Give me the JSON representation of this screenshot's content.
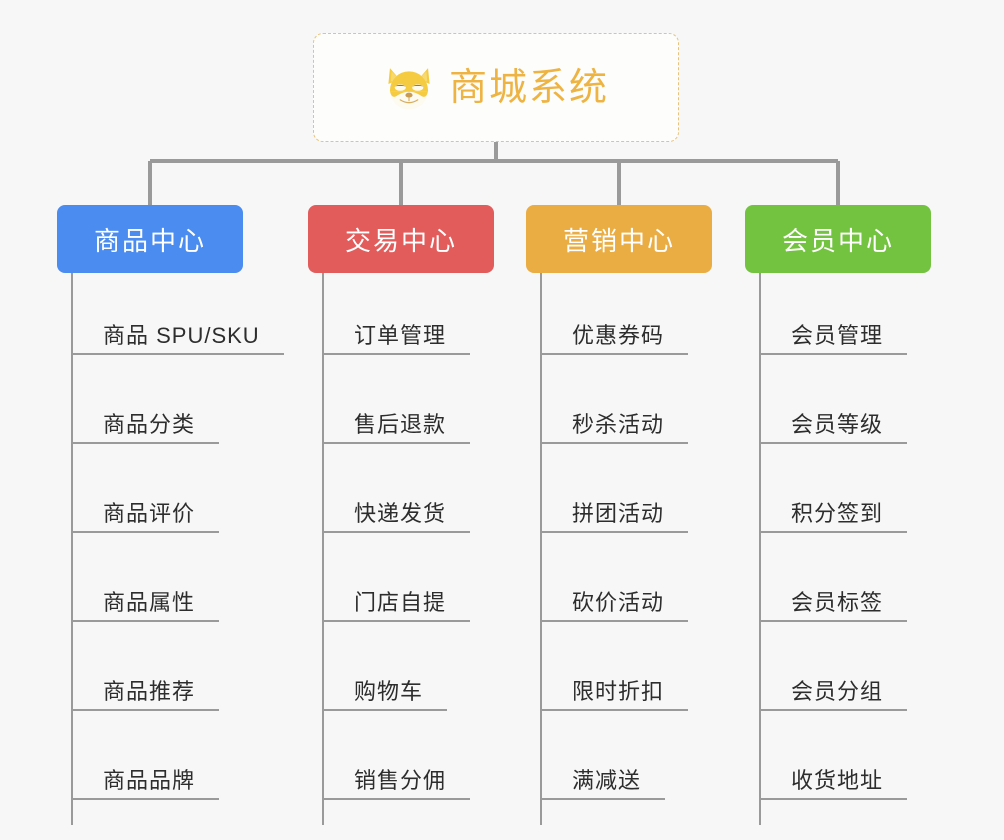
{
  "diagram": {
    "kind": "mind-map",
    "background_color": "#f7f7f7",
    "root": {
      "label": "商城系统",
      "icon": "shiba-dog-face-icon",
      "text_color": "#eeb443",
      "border_color": "#e8c27a",
      "fill_color": "#fdfdfc"
    },
    "connector_color": "#9a9a9a",
    "branches": [
      {
        "label": "商品中心",
        "color": "#4a8cf0",
        "items": [
          "商品 SPU/SKU",
          "商品分类",
          "商品评价",
          "商品属性",
          "商品推荐",
          "商品品牌"
        ]
      },
      {
        "label": "交易中心",
        "color": "#e25c5c",
        "items": [
          "订单管理",
          "售后退款",
          "快递发货",
          "门店自提",
          "购物车",
          "销售分佣"
        ]
      },
      {
        "label": "营销中心",
        "color": "#eaad44",
        "items": [
          "优惠券码",
          "秒杀活动",
          "拼团活动",
          "砍价活动",
          "限时折扣",
          "满减送"
        ]
      },
      {
        "label": "会员中心",
        "color": "#74c340",
        "items": [
          "会员管理",
          "会员等级",
          "积分签到",
          "会员标签",
          "会员分组",
          "收货地址"
        ]
      }
    ]
  }
}
